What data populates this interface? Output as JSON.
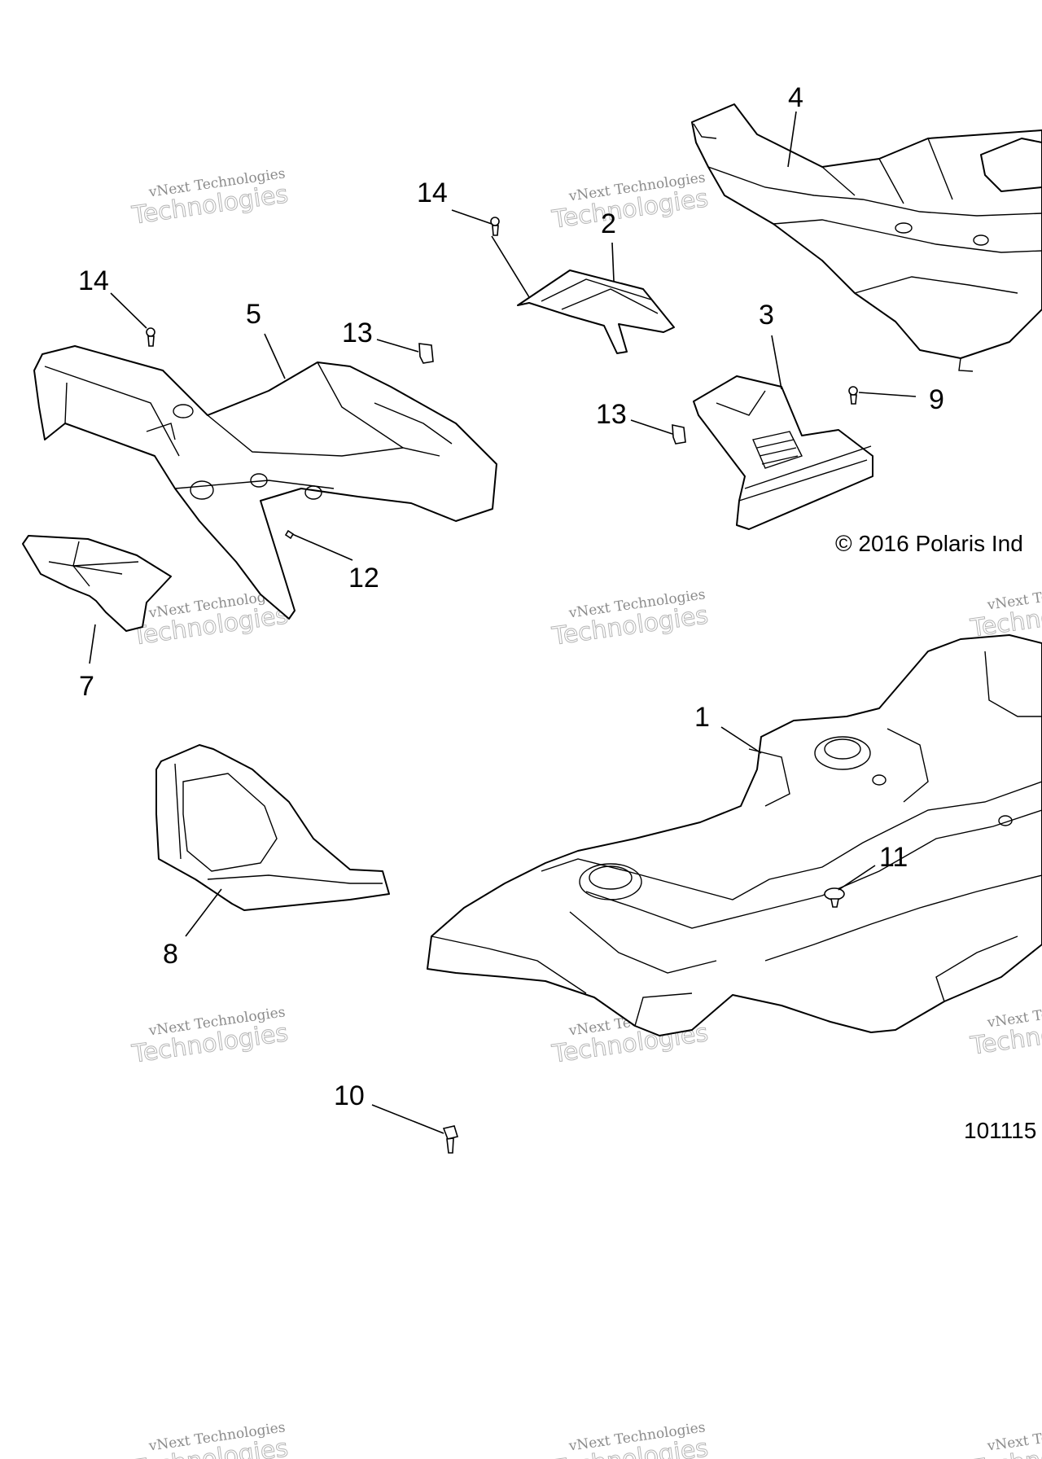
{
  "callouts": [
    "1",
    "2",
    "3",
    "4",
    "5",
    "7",
    "8",
    "9",
    "10",
    "11",
    "12",
    "13",
    "13",
    "14",
    "14"
  ],
  "copyright": "© 2016 Polaris Ind",
  "part_number": "101115",
  "watermark": {
    "line1": "vNext Technologies",
    "line2": "Technologies"
  }
}
